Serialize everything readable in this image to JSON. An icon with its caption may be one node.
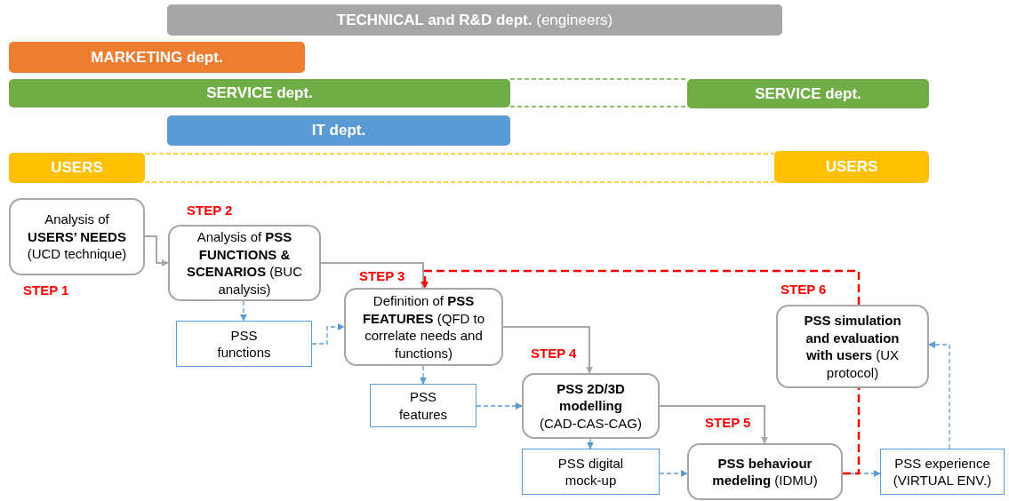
{
  "diagram": {
    "nodes": [
      {
        "text": [
          "**TECHNICAL and R&D dept.** (engineers)"
        ]
      },
      {
        "text": [
          "MARKETING dept."
        ]
      },
      {
        "text": [
          "SERVICE dept."
        ]
      },
      {
        "text": [
          "SERVICE dept."
        ]
      },
      {
        "text": [
          "IT dept."
        ]
      },
      {
        "text": [
          "USERS"
        ]
      },
      {
        "text": [
          "USERS"
        ]
      },
      {
        "text": [
          "Analysis of **USERS’ NEEDS** (UCD technique)"
        ],
        "beside": [
          "STEP 1"
        ]
      },
      {
        "text": [
          "Analysis of **PSS FUNCTIONS & SCENARIOS** (BUC analysis)"
        ],
        "beside": [
          "STEP 2"
        ]
      },
      {
        "text": [
          "PSS functions"
        ]
      },
      {
        "text": [
          "Definition of **PSS FEATURES** (QFD to correlate needs and functions)"
        ],
        "beside": [
          "STEP 3"
        ]
      },
      {
        "text": [
          "PSS features"
        ]
      },
      {
        "text": [
          "**PSS 2D/3D modelling** (CAD-CAS-CAG)"
        ],
        "beside": [
          "STEP 4"
        ]
      },
      {
        "text": [
          "PSS digital mock-up"
        ]
      },
      {
        "text": [
          "**PSS behaviour medeling** (IDMU)"
        ],
        "beside": [
          "STEP 5"
        ]
      },
      {
        "text": [
          "PSS experience (VIRTUAL ENV.)"
        ]
      },
      {
        "text": [
          "**PSS simulation and evaluation with users** (UX protocol)"
        ],
        "beside": [
          "STEP 6"
        ]
      }
    ],
    "edges": [
      {
        "from": 2,
        "to": 3,
        "arrow": "none",
        "style": "dashed",
        "color": "#70ad47"
      },
      {
        "from": 2,
        "to": 3,
        "arrow": "none",
        "style": "dashed",
        "color": "#70ad47"
      },
      {
        "from": 5,
        "to": 6,
        "arrow": "none",
        "style": "dashed",
        "color": "#ffc000"
      },
      {
        "from": 5,
        "to": 6,
        "arrow": "none",
        "style": "dashed",
        "color": "#ffc000"
      },
      {
        "from": 7,
        "to": 8,
        "arrow": "to"
      },
      {
        "from": 8,
        "to": 10,
        "arrow": "to"
      },
      {
        "from": 8,
        "to": 9,
        "arrow": "to",
        "style": "dashed",
        "color": "#5b9bd5"
      },
      {
        "from": 9,
        "to": 10,
        "arrow": "to",
        "style": "dashed",
        "color": "#5b9bd5"
      },
      {
        "from": 10,
        "to": 12,
        "arrow": "to"
      },
      {
        "from": 10,
        "to": 11,
        "arrow": "to",
        "style": "dashed",
        "color": "#5b9bd5"
      },
      {
        "from": 11,
        "to": 12,
        "arrow": "to",
        "style": "dashed",
        "color": "#5b9bd5"
      },
      {
        "from": 12,
        "to": 14,
        "arrow": "to"
      },
      {
        "from": 12,
        "to": 13,
        "arrow": "to",
        "style": "dashed",
        "color": "#5b9bd5"
      },
      {
        "from": 13,
        "to": 14,
        "arrow": "to",
        "style": "dashed",
        "color": "#5b9bd5"
      },
      {
        "from": 14,
        "to": 15,
        "arrow": "to",
        "style": "dashed",
        "color": "#5b9bd5"
      },
      {
        "from": 15,
        "to": 16,
        "arrow": "to",
        "style": "dashed",
        "color": "#5b9bd5"
      },
      {
        "from": 16,
        "to": 10,
        "arrow": "to",
        "style": "dashed",
        "color": "#ff0000"
      },
      {
        "from": 14,
        "to": 16,
        "arrow": "none",
        "style": "dashed",
        "color": "#ff0000"
      }
    ]
  }
}
